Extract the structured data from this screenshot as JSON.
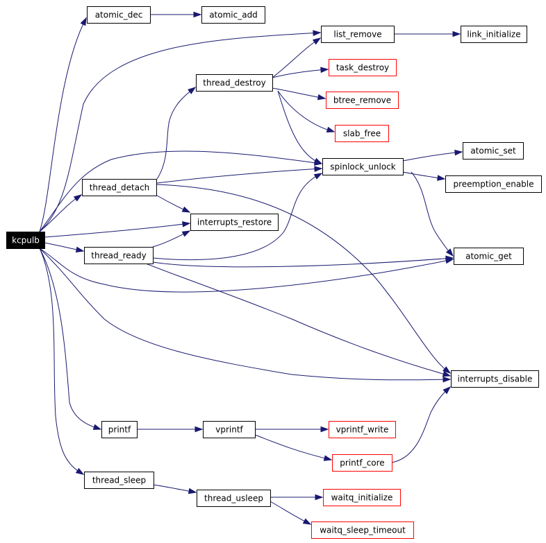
{
  "graph": {
    "nodes": [
      {
        "id": "kcpulb",
        "label": "kcpulb",
        "style": "root"
      },
      {
        "id": "atomic_dec",
        "label": "atomic_dec",
        "style": "normal"
      },
      {
        "id": "atomic_add",
        "label": "atomic_add",
        "style": "normal"
      },
      {
        "id": "list_remove",
        "label": "list_remove",
        "style": "normal"
      },
      {
        "id": "link_initialize",
        "label": "link_initialize",
        "style": "normal"
      },
      {
        "id": "task_destroy",
        "label": "task_destroy",
        "style": "external"
      },
      {
        "id": "thread_destroy",
        "label": "thread_destroy",
        "style": "normal"
      },
      {
        "id": "btree_remove",
        "label": "btree_remove",
        "style": "external"
      },
      {
        "id": "slab_free",
        "label": "slab_free",
        "style": "external"
      },
      {
        "id": "atomic_set",
        "label": "atomic_set",
        "style": "normal"
      },
      {
        "id": "spinlock_unlock",
        "label": "spinlock_unlock",
        "style": "normal"
      },
      {
        "id": "preemption_enable",
        "label": "preemption_enable",
        "style": "normal"
      },
      {
        "id": "thread_detach",
        "label": "thread_detach",
        "style": "normal"
      },
      {
        "id": "interrupts_restore",
        "label": "interrupts_restore",
        "style": "normal"
      },
      {
        "id": "thread_ready",
        "label": "thread_ready",
        "style": "normal"
      },
      {
        "id": "atomic_get",
        "label": "atomic_get",
        "style": "normal"
      },
      {
        "id": "interrupts_disable",
        "label": "interrupts_disable",
        "style": "normal"
      },
      {
        "id": "printf",
        "label": "printf",
        "style": "normal"
      },
      {
        "id": "vprintf",
        "label": "vprintf",
        "style": "normal"
      },
      {
        "id": "vprintf_write",
        "label": "vprintf_write",
        "style": "external"
      },
      {
        "id": "printf_core",
        "label": "printf_core",
        "style": "external"
      },
      {
        "id": "thread_sleep",
        "label": "thread_sleep",
        "style": "normal"
      },
      {
        "id": "thread_usleep",
        "label": "thread_usleep",
        "style": "normal"
      },
      {
        "id": "waitq_initialize",
        "label": "waitq_initialize",
        "style": "external"
      },
      {
        "id": "waitq_sleep_timeout",
        "label": "waitq_sleep_timeout",
        "style": "external"
      }
    ],
    "edges": [
      {
        "from": "kcpulb",
        "to": "atomic_dec"
      },
      {
        "from": "atomic_dec",
        "to": "atomic_add"
      },
      {
        "from": "kcpulb",
        "to": "list_remove"
      },
      {
        "from": "list_remove",
        "to": "link_initialize"
      },
      {
        "from": "kcpulb",
        "to": "thread_detach"
      },
      {
        "from": "thread_detach",
        "to": "thread_destroy"
      },
      {
        "from": "thread_destroy",
        "to": "list_remove"
      },
      {
        "from": "thread_destroy",
        "to": "task_destroy"
      },
      {
        "from": "thread_destroy",
        "to": "btree_remove"
      },
      {
        "from": "thread_destroy",
        "to": "slab_free"
      },
      {
        "from": "thread_destroy",
        "to": "spinlock_unlock"
      },
      {
        "from": "kcpulb",
        "to": "spinlock_unlock"
      },
      {
        "from": "thread_detach",
        "to": "spinlock_unlock"
      },
      {
        "from": "spinlock_unlock",
        "to": "atomic_set"
      },
      {
        "from": "spinlock_unlock",
        "to": "preemption_enable"
      },
      {
        "from": "spinlock_unlock",
        "to": "atomic_get"
      },
      {
        "from": "thread_detach",
        "to": "interrupts_restore"
      },
      {
        "from": "thread_detach",
        "to": "interrupts_disable"
      },
      {
        "from": "kcpulb",
        "to": "interrupts_restore"
      },
      {
        "from": "kcpulb",
        "to": "thread_ready"
      },
      {
        "from": "thread_ready",
        "to": "interrupts_restore"
      },
      {
        "from": "thread_ready",
        "to": "spinlock_unlock"
      },
      {
        "from": "thread_ready",
        "to": "atomic_get"
      },
      {
        "from": "thread_ready",
        "to": "interrupts_disable"
      },
      {
        "from": "kcpulb",
        "to": "atomic_get"
      },
      {
        "from": "kcpulb",
        "to": "interrupts_disable"
      },
      {
        "from": "kcpulb",
        "to": "printf"
      },
      {
        "from": "printf",
        "to": "vprintf"
      },
      {
        "from": "vprintf",
        "to": "vprintf_write"
      },
      {
        "from": "vprintf",
        "to": "printf_core"
      },
      {
        "from": "printf_core",
        "to": "interrupts_disable"
      },
      {
        "from": "kcpulb",
        "to": "thread_sleep"
      },
      {
        "from": "thread_sleep",
        "to": "thread_usleep"
      },
      {
        "from": "thread_usleep",
        "to": "waitq_initialize"
      },
      {
        "from": "thread_usleep",
        "to": "waitq_sleep_timeout"
      }
    ],
    "colors": {
      "edge": "#191970",
      "node_border": "#000000",
      "external_border": "#ff0000",
      "root_fill": "#000000",
      "root_text": "#ffffff"
    }
  }
}
